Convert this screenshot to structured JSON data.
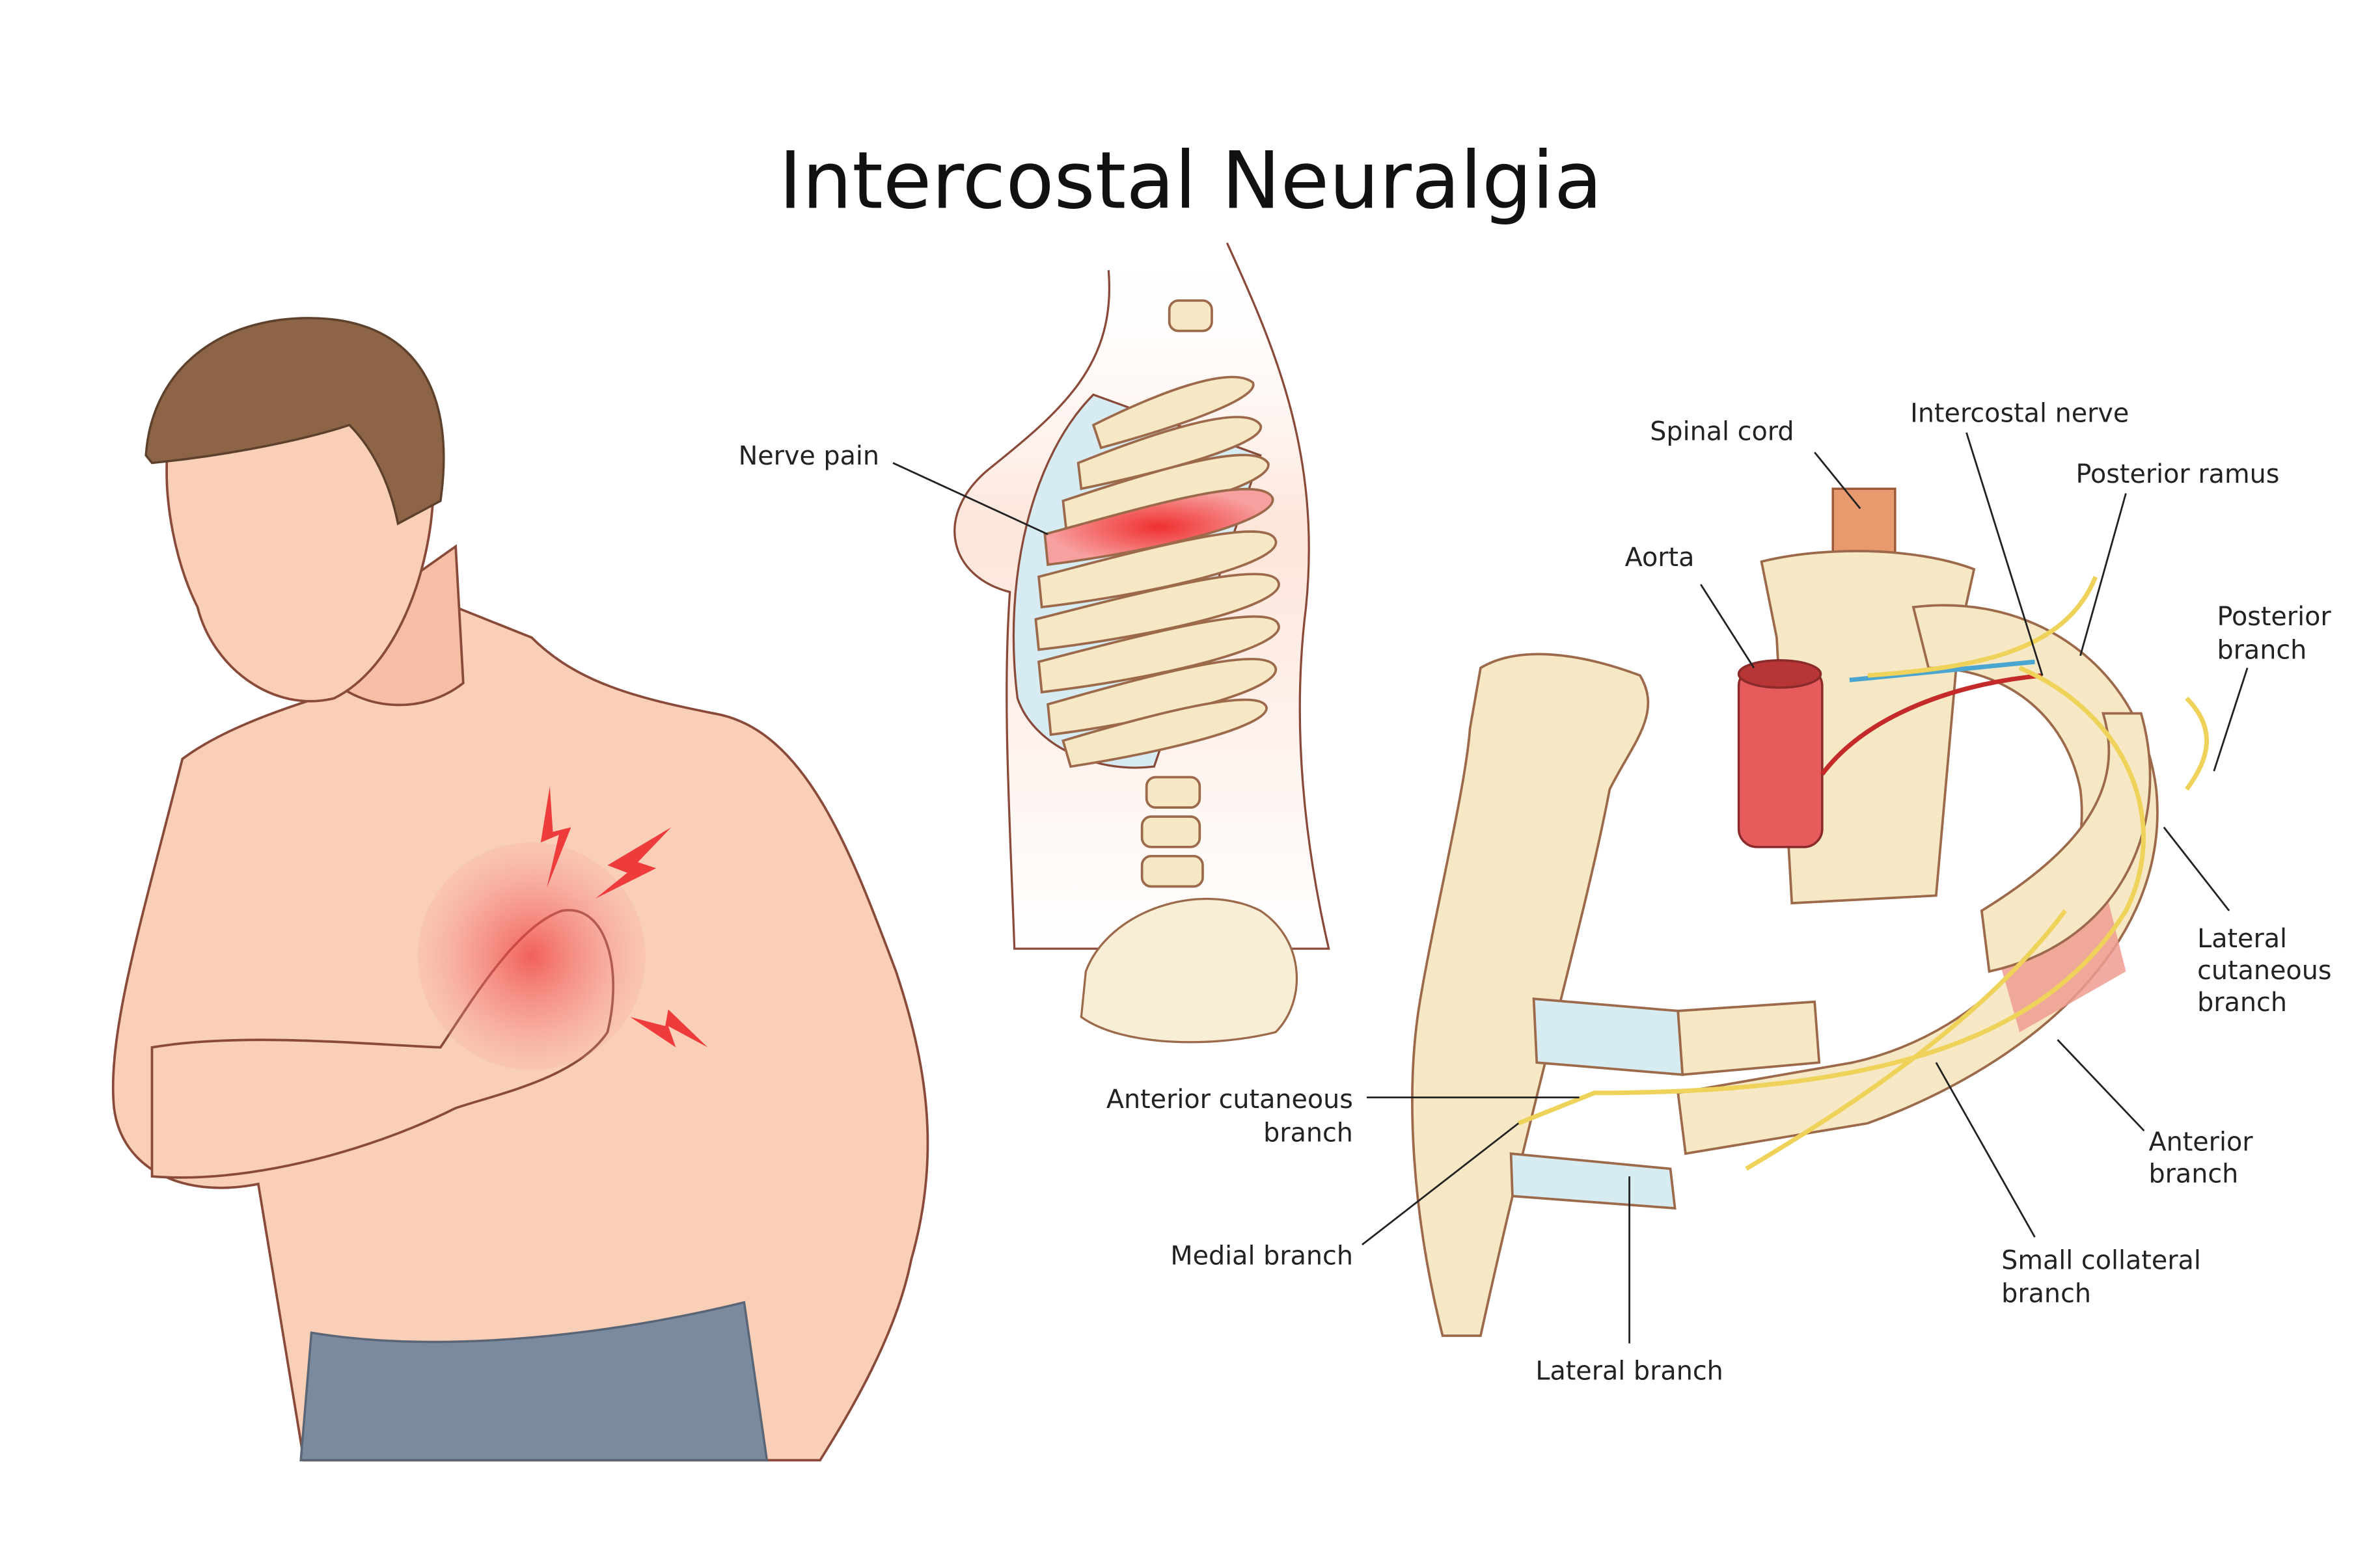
{
  "title": "Intercostal Neuralgia",
  "labels": {
    "nerve_pain": "Nerve pain",
    "spinal_cord": "Spinal cord",
    "intercostal_nerve": "Intercostal nerve",
    "posterior_ramus": "Posterior ramus",
    "aorta": "Aorta",
    "posterior_branch": [
      "Posterior",
      "branch"
    ],
    "lateral_cutaneous_branch": [
      "Lateral",
      "cutaneous",
      "branch"
    ],
    "anterior_branch": [
      "Anterior",
      "branch"
    ],
    "small_collateral_branch": [
      "Small collateral",
      "branch"
    ],
    "anterior_cutaneous_branch": [
      "Anterior cutaneous",
      "branch"
    ],
    "medial_branch": "Medial branch",
    "lateral_branch": "Lateral branch"
  },
  "colors": {
    "skin": "#f9cfb8",
    "hair": "#8d6446",
    "pants": "#7b8b9f",
    "pain": "#ee3b3b",
    "bone": "#f6e8c4",
    "aorta": "#e65c5c",
    "nerve": "#efd25a",
    "cartilage": "#d7ecf0"
  }
}
